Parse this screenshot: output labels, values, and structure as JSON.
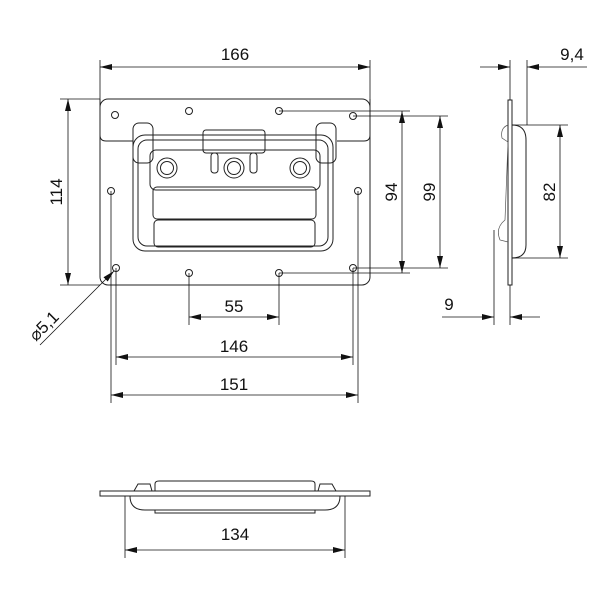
{
  "drawing": {
    "dimensions": {
      "width_overall": "166",
      "height_overall": "114",
      "hole_spacing_vertical_inner": "94",
      "hole_spacing_vertical_outer": "99",
      "hole_spacing_center": "55",
      "hole_spacing_horizontal_inner": "146",
      "hole_spacing_horizontal_outer": "151",
      "hole_diameter": "⌀5,1",
      "depth_total": "9,4",
      "recess_height": "82",
      "recess_depth": "9",
      "bottom_width": "134"
    },
    "line_color": "#222222"
  }
}
